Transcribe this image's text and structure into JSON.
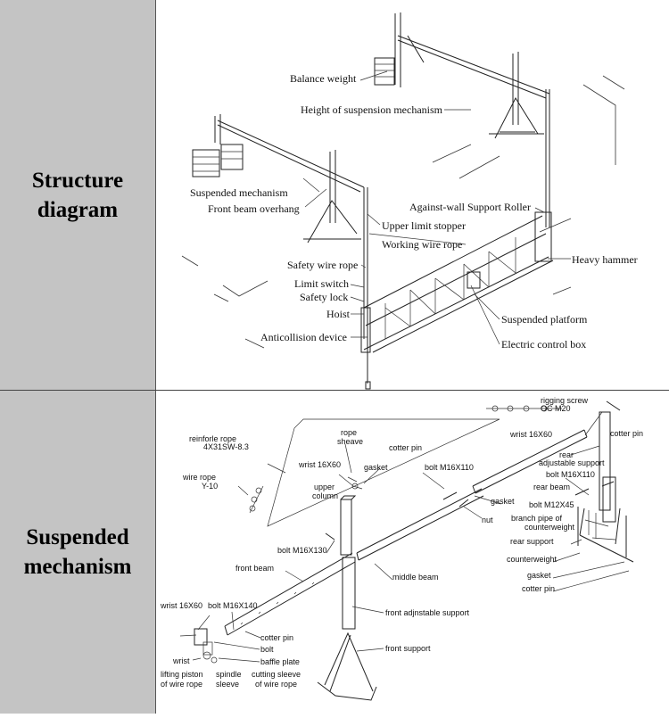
{
  "rows": [
    {
      "heading": "Structure diagram"
    },
    {
      "heading": "Suspended mechanism"
    }
  ],
  "structure_labels": {
    "balance_weight": "Balance weight",
    "height_of_suspension": "Height of suspension mechanism",
    "suspended_mechanism": "Suspended mechanism",
    "front_beam_overhang": "Front beam overhang",
    "against_wall": "Against-wall Support Roller",
    "upper_limit": "Upper limit stopper",
    "working_wire": "Working wire rope",
    "safety_wire": "Safety wire rope",
    "heavy_hammer": "Heavy hammer",
    "limit_switch": "Limit switch",
    "safety_lock": "Safety lock",
    "hoist": "Hoist",
    "suspended_platform": "Suspended  platform",
    "anticollision": "Anticollision device",
    "electric_box": "Electric control  box"
  },
  "mechanism_labels": {
    "rigging_screw": "rigging screw",
    "oc_m20": "OC M20",
    "cotter_pin_top": "cotter pin",
    "rope_sheave_1": "rope",
    "rope_sheave_2": "sheave",
    "reinforce_1": "reinforle rope",
    "reinforce_2": "4X31SW-8.3",
    "cotter_pin_mid": "cotter pin",
    "wrist_top": "wrist 16X60",
    "rear_adj_1": "rear",
    "rear_adj_2": "adjustable support",
    "wrist_16x60": "wrist 16X60",
    "gasket_1": "gasket",
    "bolt_m16x110_1": "bolt M16X110",
    "bolt_m16x110_2": "bolt M16X110",
    "wire_rope_1": "wire rope",
    "wire_rope_2": "Y-10",
    "upper_column_1": "upper",
    "upper_column_2": "column",
    "rear_beam": "rear beam",
    "gasket_2": "gasket",
    "nut": "nut",
    "bolt_m12x45": "bolt  M12X45",
    "branch_pipe_1": "branch pipe of",
    "branch_pipe_2": "counterweight",
    "bolt_m16x130": "bolt M16X130",
    "rear_support": "rear support",
    "counterweight": "counterweight",
    "front_beam": "front  beam",
    "middle_beam": "middle beam",
    "gasket_3": "gasket",
    "cotter_pin_right": "cotter pin",
    "wrist_16x60_low": "wrist 16X60",
    "bolt_m16x140": "bolt M16X140",
    "front_adj_support": "front adjnstable support",
    "cotter_pin_low": "cotter pin",
    "bolt": "bolt",
    "baffle_plate": "baffle plate",
    "front_support": "front support",
    "wrist": "wrist",
    "lifting_piston_1": "lifting piston",
    "lifting_piston_2": "of wire rope",
    "spindle_1": "spindle",
    "spindle_2": "sleeve",
    "cutting_1": "cutting sleeve",
    "cutting_2": "of wire rope"
  }
}
